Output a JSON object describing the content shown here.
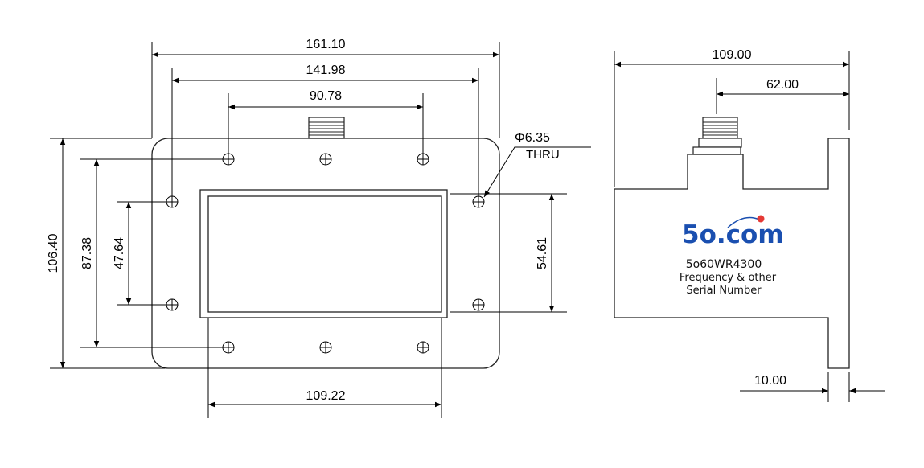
{
  "front_view": {
    "dimensions": {
      "overall_width": "161.10",
      "bolt_span_outer": "141.98",
      "bolt_span_top": "90.78",
      "hole_spec": "Φ6.35",
      "hole_spec_note": "THRU",
      "overall_height": "106.40",
      "bolt_span_vertical": "87.38",
      "inner_vertical": "47.64",
      "aperture_height": "54.61",
      "aperture_width": "109.22"
    }
  },
  "side_view": {
    "dimensions": {
      "overall_length": "109.00",
      "connector_offset": "62.00",
      "flange_thickness": "10.00"
    },
    "label": {
      "logo_5o": "5o",
      "logo_dot": ".",
      "logo_com": "com",
      "model": "5o60WR4300",
      "line2": "Frequency & other",
      "line3": "Serial Number"
    }
  },
  "colors": {
    "logo_blue": "#1a4fb0",
    "logo_red_dot": "#e53935",
    "line": "#000000"
  }
}
